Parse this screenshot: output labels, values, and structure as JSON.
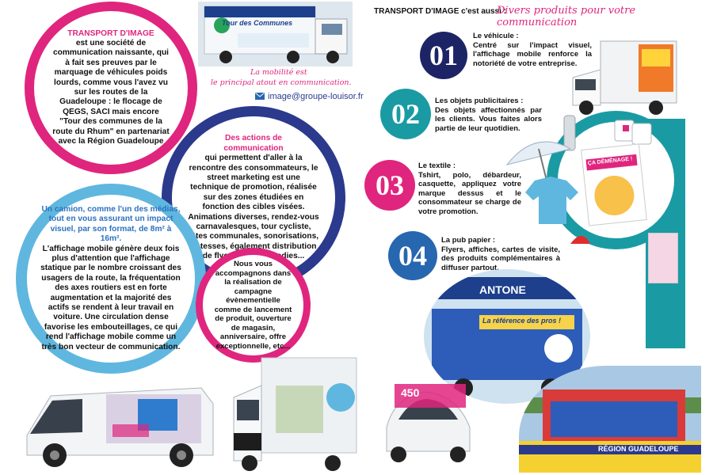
{
  "header": {
    "lead": "TRANSPORT D'IMAGE c'est aussi :",
    "tagline": "Divers produits pour votre communication"
  },
  "slogan": {
    "line1": "La mobilité est",
    "line2": "le principal atout en communication."
  },
  "contact": {
    "email": "image@groupe-louisor.fr"
  },
  "circles": {
    "intro": {
      "title": "TRANSPORT D'IMAGE",
      "text": "est une société de communication naissante, qui à fait ses preuves par le marquage de véhicules poids lourds, comme vous l'avez vu sur les routes de la Guadeloupe : le flocage de QEGS, SACI mais encore \"Tour des communes de la route du Rhum\" en partenariat avec la Région Guadeloupe"
    },
    "actions": {
      "title_line1": "Des actions de",
      "title_line2": "communication",
      "text": "qui permettent d'aller à la rencontre des consommateurs, le street marketing est une technique de promotion, réalisée sur des zones étudiées en fonction des cibles visées. Animations diverses, rendez-vous carnavalesques, tour cycliste, fêtes communales, sonorisations, hôtesses, également distribution de flyers, tracts, goodies..."
    },
    "camion": {
      "title": "Un camion, comme l'un des médias, tout en vous assurant un impact visuel, par son format, de 8m² à 16m².",
      "text": "L'affichage mobile génère deux fois plus d'attention que l'affichage statique par le nombre croissant des usagers de la route, la fréquentation des axes routiers est en forte augmentation et la majorité des actifs se rendent à leur travail en voiture. Une circulation dense favorise les embouteillages, ce qui rend l'affichage mobile comme un très bon vecteur de communication."
    },
    "accompagnons": {
      "text": "Nous vous accompagnons dans la réalisation de campagne évènementielle comme de lancement de produit, ouverture de magasin, anniversaire, offre exceptionnelle, etc..."
    }
  },
  "items": [
    {
      "number": "01",
      "title": "Le véhicule :",
      "text": "Centré sur l'impact visuel, l'affichage mobile renforce la notoriété de votre entreprise."
    },
    {
      "number": "02",
      "title": "Les objets publicitaires :",
      "text": "Des objets affectionnés par les clients. Vous faites alors partie de leur quotidien."
    },
    {
      "number": "03",
      "title": "Le textile :",
      "text": "Tshirt, polo, débardeur, casquette, appliquez votre marque dessus et le consommateur se charge de votre promotion."
    },
    {
      "number": "04",
      "title": "La pub papier :",
      "text": "Flyers, affiches, cartes de visite, des produits complémentaires à diffuser partout."
    }
  ],
  "photo_labels": {
    "truck_top": "Tour des Communes",
    "poster": "ÇA DÉMÉNAGE !",
    "store_banner": "ANTONE",
    "store_slogan": "La référence des pros !",
    "car_number": "450",
    "region": "RÉGION GUADELOUPE"
  },
  "colors": {
    "magenta": "#e0257e",
    "navy": "#2b3a8c",
    "sky": "#5fb7df",
    "teal": "#1a9ba4",
    "dark_navy": "#1d2466",
    "blue_num": "#2767b0"
  }
}
